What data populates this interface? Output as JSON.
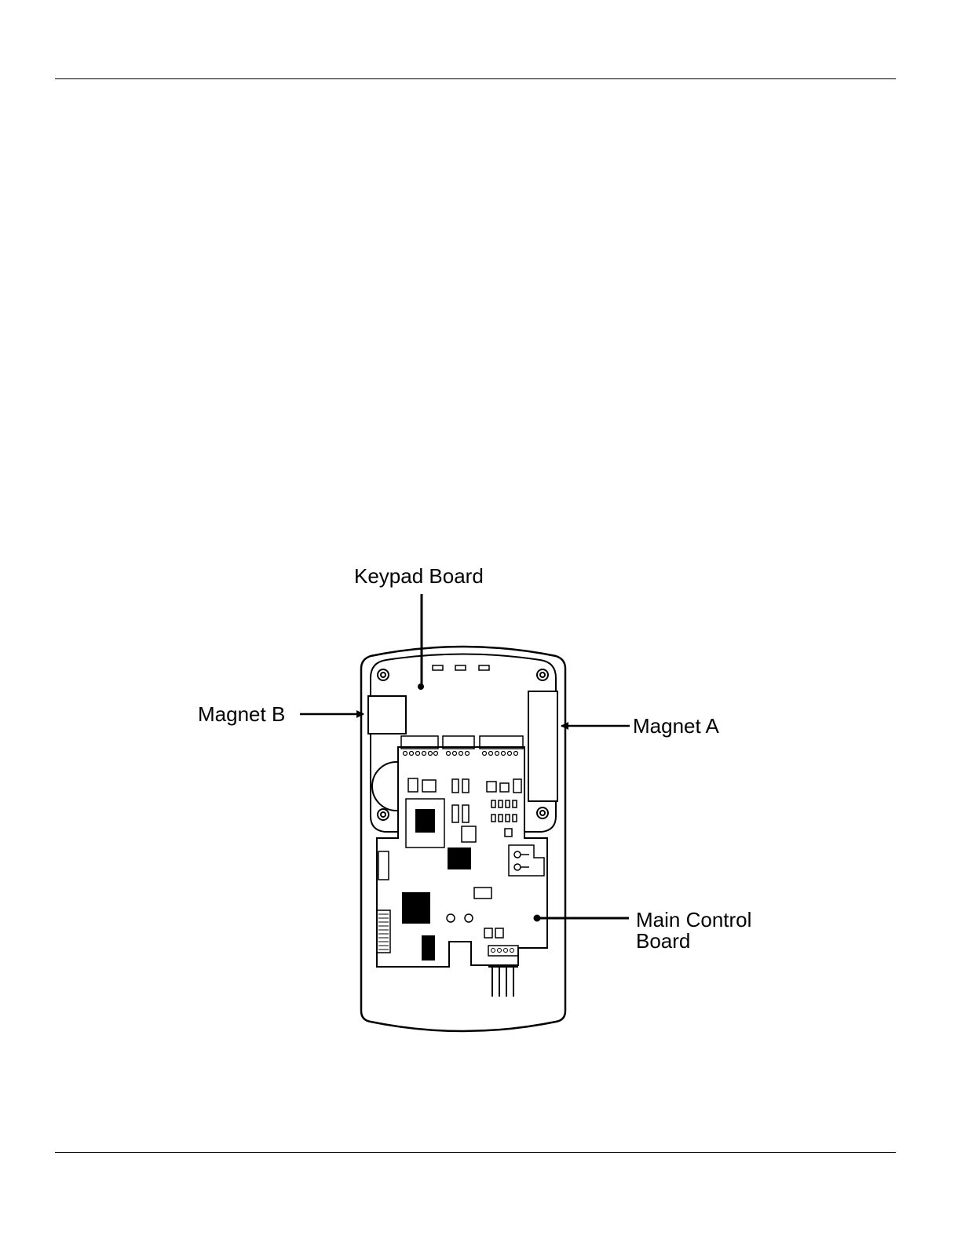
{
  "diagram": {
    "labels": {
      "keypad_board": "Keypad Board",
      "magnet_b": "Magnet B",
      "magnet_a": "Magnet A",
      "main_control_board_line1": "Main Control",
      "main_control_board_line2": "Board"
    }
  }
}
